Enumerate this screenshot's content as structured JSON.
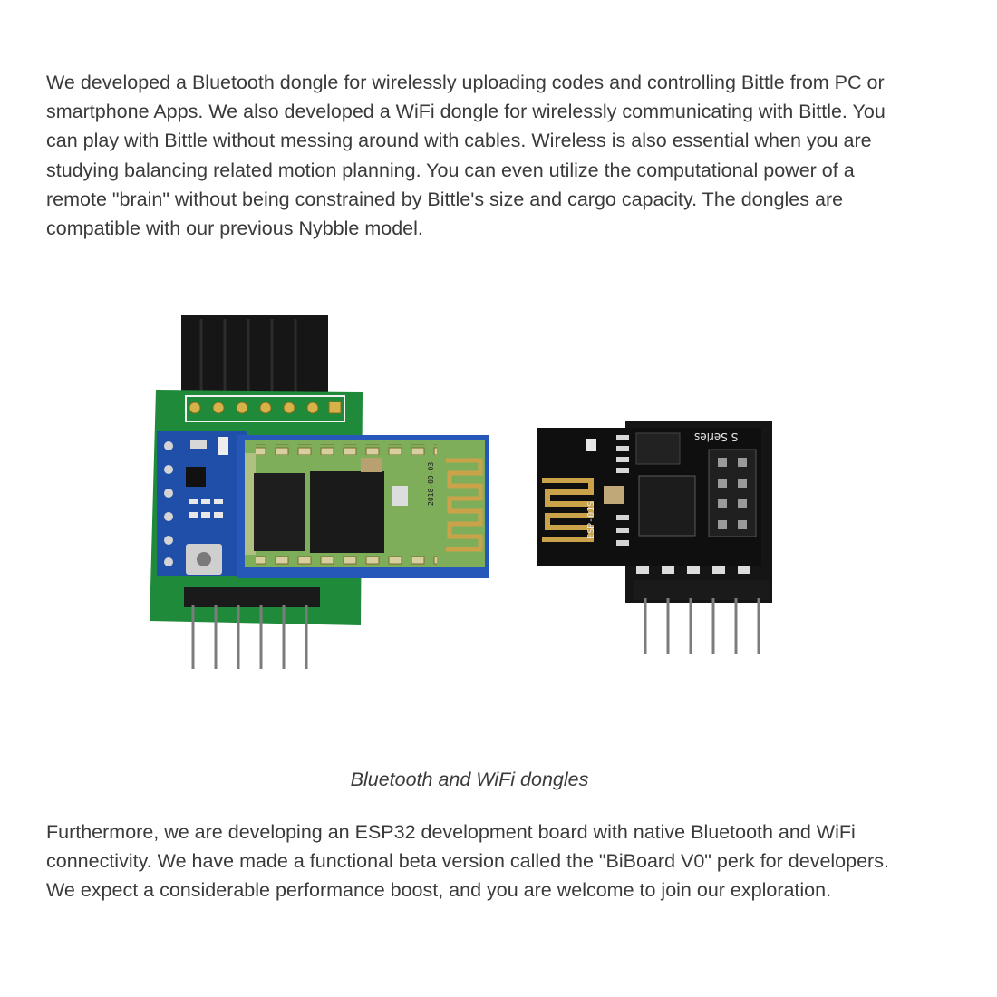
{
  "article": {
    "paragraph_1": "We developed a Bluetooth dongle for wirelessly uploading codes and controlling Bittle from PC or smartphone Apps. We also developed a WiFi dongle for wirelessly communicating with Bittle. You can play with Bittle without messing around with cables. Wireless is also essential when you are studying balancing related motion planning. You can even utilize the computational power of a remote \"brain\" without being constrained by Bittle's size and cargo capacity. The dongles are compatible with our previous Nybble model.",
    "figure_caption": "Bluetooth and WiFi dongles",
    "paragraph_2": "Furthermore, we are developing an ESP32 development board with native Bluetooth and WiFi connectivity. We have made a functional beta version called the \"BiBoard V0\" perk for developers. We expect a considerable performance boost, and you are welcome to join our exploration."
  },
  "figure": {
    "wifi_chip_label": "ESP-01S",
    "wifi_series_label": "S Series",
    "bt_date_label": "2018-09-03",
    "colors": {
      "green_pcb": "#1f8a3a",
      "blue_pcb": "#1f4fa8",
      "bt_module_green": "#7fae5a",
      "black_pcb": "#111111",
      "antenna_gold": "#c9a24a",
      "header_black": "#1a1a1a"
    }
  }
}
